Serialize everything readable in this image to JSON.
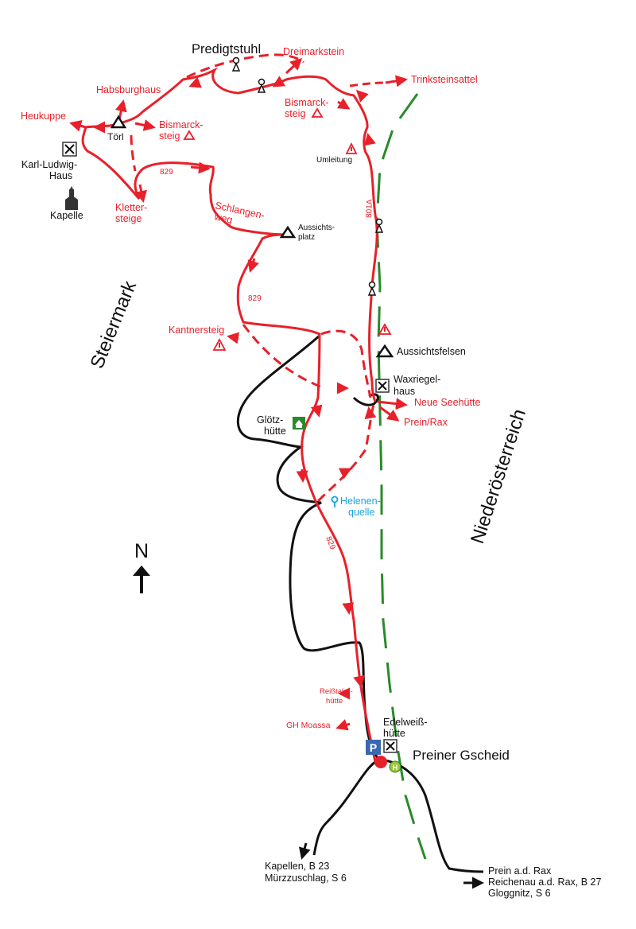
{
  "peaks": {
    "predigtstuhl": "Predigtstuhl",
    "toerl": "Törl",
    "aussichtsplatz": [
      "Aussichts-",
      "platz"
    ],
    "aussichtsfelsen": "Aussichtsfelsen",
    "preiner_gscheid": "Preiner Gscheid"
  },
  "huts": {
    "karl_ludwig": [
      "Karl-Ludwig-",
      "Haus"
    ],
    "kapelle": "Kapelle",
    "waxriegel": [
      "Waxriegel-",
      "haus"
    ],
    "gfloetz": [
      "Glötz-",
      "hütte"
    ],
    "edelweiss": [
      "Edelweiß-",
      "hütte"
    ],
    "reisstaler": [
      "Reißtaler-",
      "hütte"
    ]
  },
  "destinations": {
    "dreimarkstein": "Dreimarkstein",
    "trinksteinsattel": "Trinksteinsattel",
    "habsburghaus": "Habsburghaus",
    "heukuppe": "Heukuppe",
    "bismarcksteig_left": [
      "Bismarck-",
      "steig"
    ],
    "bismarcksteig_right": [
      "Bismarck-",
      "steig"
    ],
    "klettersteige": [
      "Kletter-",
      "steige"
    ],
    "kantnersteig": "Kantnersteig",
    "neue_seehuette": "Neue Seehütte",
    "prein_rax": "Prein/Rax",
    "gh_moassa": "GH Moassa",
    "schlangenweg": [
      "Schlangen-",
      "weg"
    ],
    "umleitung": "Umleitung"
  },
  "spring": [
    "Helenen-",
    "quelle"
  ],
  "regions": {
    "steiermark": "Steiermark",
    "niederoesterreich": "Niederösterreich"
  },
  "compass": "N",
  "route_numbers": {
    "r829": "829",
    "r801a": "801A"
  },
  "road_destinations": {
    "southwest": [
      "Kapellen, B 23",
      "Mürzzuschlag, S 6"
    ],
    "southeast": [
      "Prein a.d. Rax",
      "Reichenau a.d. Rax, B 27",
      "Gloggnitz, S 6"
    ]
  },
  "symbols": {
    "parking": "P",
    "bus": "H"
  },
  "colors": {
    "trail": "#e8202a",
    "road": "#111111",
    "border": "#2a8a2a",
    "spring": "#1aa3d9",
    "hut_green": "#2a8a2a"
  }
}
